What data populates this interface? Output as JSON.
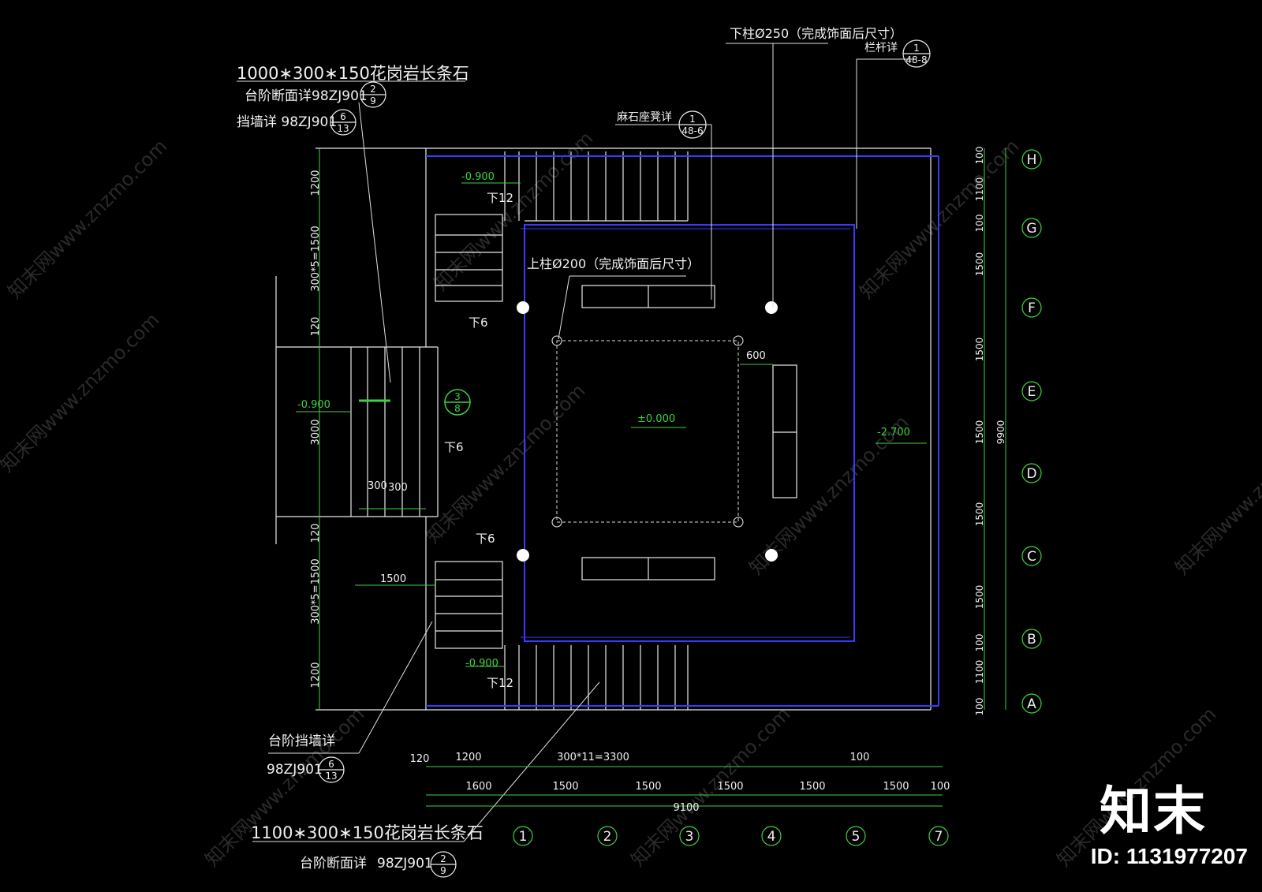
{
  "leaders": {
    "granite_top": "1000∗300∗150花岗岩长条石",
    "step_section_top": "台阶断面详98ZJ901",
    "retaining_top": "挡墙详 98ZJ901",
    "lower_col": "下柱Ø250（完成饰面后尺寸）",
    "railing": "栏杆详",
    "stone_bench": "麻石座凳详",
    "upper_col": "上柱Ø200（完成饰面后尺寸）",
    "step_retaining_bottom": "台阶挡墙详",
    "step_retaining_code": "98ZJ901",
    "granite_bottom": "1100∗300∗150花岗岩长条石",
    "step_section_bottom": "台阶断面详",
    "step_section_bottom_code": "98ZJ901"
  },
  "detail_refs": {
    "r1": {
      "num": "2",
      "den": "9"
    },
    "r2": {
      "num": "6",
      "den": "13"
    },
    "r3": {
      "num": "1",
      "den": "48-8"
    },
    "r4": {
      "num": "1",
      "den": "48-6"
    },
    "r5": {
      "num": "3",
      "den": "8"
    },
    "r6": {
      "num": "6",
      "den": "13"
    },
    "r7": {
      "num": "2",
      "den": "9"
    }
  },
  "elevations": {
    "top_stair": "-0.900",
    "left_stair": "-0.900",
    "bottom_stair": "-0.900",
    "center": "±0.000",
    "right": "-2.700"
  },
  "stair_notes": {
    "top": "下12",
    "upper_left": "下6",
    "middle_left": "下6",
    "lower_left": "下6",
    "bottom": "下12"
  },
  "left_dims": [
    "1200",
    "300*5=1500",
    "120",
    "3000",
    "120",
    "300*5=1500",
    "1200"
  ],
  "inner_dims": {
    "a": "300",
    "b": "300",
    "c": "1500",
    "d": "600"
  },
  "right_dims": [
    "100",
    "1100",
    "100",
    "1500",
    "1500",
    "1500",
    "1500",
    "1500",
    "100",
    "1100",
    "100"
  ],
  "right_total": "9900",
  "bottom_dims_row1": [
    "120",
    "1200",
    "300*11=3300",
    "100"
  ],
  "bottom_dims_row2": [
    "1600",
    "1500",
    "1500",
    "1500",
    "1500",
    "1500",
    "100"
  ],
  "bottom_total": "9100",
  "axes_row": [
    "H",
    "G",
    "F",
    "E",
    "D",
    "C",
    "B",
    "A"
  ],
  "axes_col": [
    "1",
    "2",
    "3",
    "4",
    "5",
    "7"
  ],
  "watermark": "知末网www.znzmo.com",
  "brand": "知末",
  "id_label": "ID: 1131977207"
}
